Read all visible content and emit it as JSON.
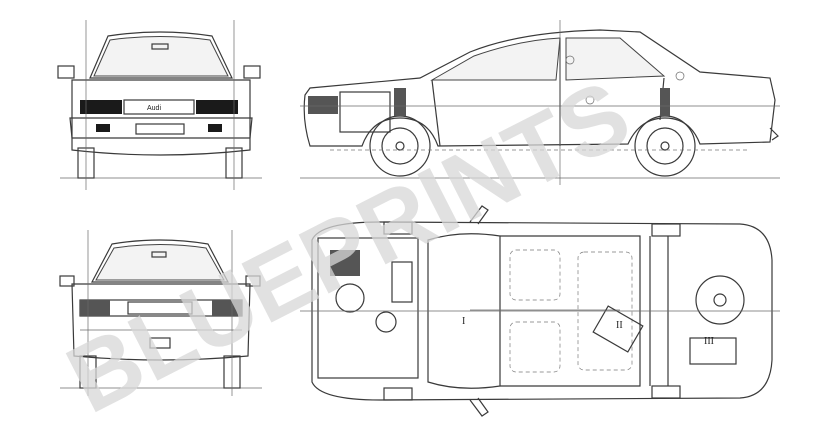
{
  "watermark": {
    "text": "BLUEPRINTS"
  },
  "front_view": {
    "grille_badge": "Audi"
  },
  "plan_view": {
    "labels": [
      "I",
      "II",
      "III"
    ]
  },
  "colors": {
    "ink": "#3a3a3a",
    "watermark": "#d8d8d8",
    "paper": "#ffffff"
  }
}
